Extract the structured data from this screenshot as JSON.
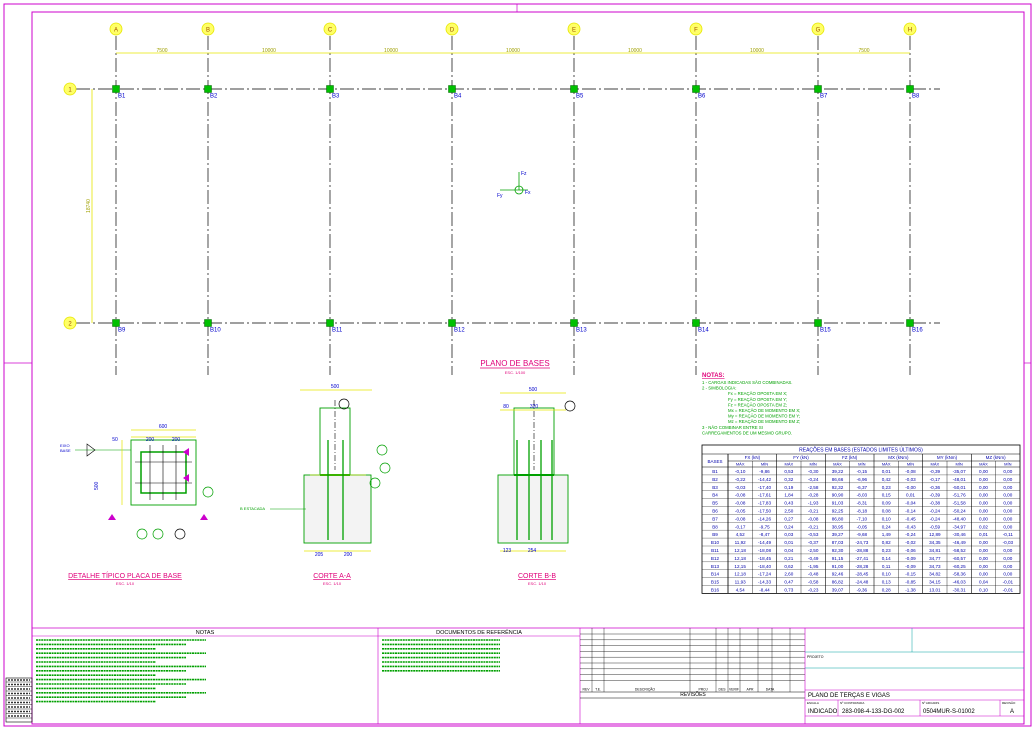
{
  "colors": {
    "background": "#ffffff",
    "grid_line": "#000000",
    "dimension": "#e6e600",
    "column": "#00c000",
    "node_label": "#0000cc",
    "title": "#e0007a",
    "notes": "#00a000",
    "frame": "#cc00cc"
  },
  "grid": {
    "columns": [
      "A",
      "B",
      "C",
      "D",
      "E",
      "F",
      "G",
      "H"
    ],
    "rows": [
      "1",
      "2"
    ],
    "spacings": [
      "7500",
      "10000",
      "10000",
      "10000",
      "10000",
      "10000",
      "7500"
    ],
    "row_spacing": "18740",
    "bases_row1": [
      "B1",
      "B2",
      "B3",
      "B4",
      "B5",
      "B6",
      "B7",
      "B8"
    ],
    "bases_row2": [
      "B9",
      "B10",
      "B11",
      "B12",
      "B13",
      "B14",
      "B15",
      "B16"
    ]
  },
  "axis_symbol": {
    "z": "Fz",
    "y": "Fy",
    "x": "Fx"
  },
  "plan_title": "PLANO DE BASES",
  "plan_scale": "ESC. 1/100",
  "notes_block": {
    "title": "NOTAS:",
    "lines": [
      "1 - CARGAS INDICADAS SÃO COMBINADAS.",
      "2 - SIMBOLOGIA:",
      "Fx = REAÇÃO OPOSTA EM X;",
      "Fy = REAÇÃO OPOSTA EM Y;",
      "Fz = REAÇÃO OPOSTA EM Z;",
      "Mx = REAÇÃO DE MOMENTO EM X;",
      "My = REAÇÃO DE MOMENTO EM Y;",
      "Mz = REAÇÃO DE MOMENTO EM Z;",
      "3 - NÃO COMBINAR ENTRE SI",
      "CARREGAMENTOS DE UM MESMO GRUPO."
    ]
  },
  "reactions": {
    "title": "REAÇÕES EM BASES (ESTADOS LIMITES ÚLTIMOS)",
    "bases_header": "BASES",
    "groups": [
      "FX (kN)",
      "FY (kN)",
      "FZ (kN)",
      "MX (kNm)",
      "MY (kNm)",
      "MZ (kNm)"
    ],
    "subheaders": [
      "MÁX",
      "MÍN",
      "MÁX",
      "MÍN",
      "MÁX",
      "MÍN",
      "MÁX",
      "MÍN",
      "MÁX",
      "MÍN",
      "MÁX",
      "MÍN"
    ],
    "rows": [
      [
        "B1",
        "-0,10",
        "-9,86",
        "0,53",
        "-0,30",
        "39,22",
        "-0,15",
        "0,01",
        "-0,08",
        "-0,39",
        "-35,07",
        "0,00",
        "0,00"
      ],
      [
        "B2",
        "-0,22",
        "-14,42",
        "0,32",
        "-0,24",
        "86,66",
        "-6,96",
        "0,42",
        "-0,03",
        "-0,17",
        "-48,01",
        "0,00",
        "0,00"
      ],
      [
        "B3",
        "-0,03",
        "-17,40",
        "0,19",
        "-2,58",
        "92,32",
        "-6,37",
        "0,23",
        "-0,00",
        "-0,36",
        "-50,01",
        "0,00",
        "0,00"
      ],
      [
        "B4",
        "-0,08",
        "-17,61",
        "1,84",
        "-0,28",
        "90,90",
        "-8,03",
        "0,15",
        "0,01",
        "-0,39",
        "-51,76",
        "0,00",
        "0,00"
      ],
      [
        "B5",
        "-0,08",
        "-17,83",
        "0,43",
        "-1,93",
        "91,03",
        "-8,31",
        "0,09",
        "-0,04",
        "-0,38",
        "-51,58",
        "0,00",
        "0,00"
      ],
      [
        "B6",
        "-0,05",
        "-17,50",
        "2,50",
        "-0,21",
        "92,25",
        "-8,18",
        "0,08",
        "-0,14",
        "-0,24",
        "-50,24",
        "0,00",
        "0,00"
      ],
      [
        "B7",
        "-0,08",
        "-14,26",
        "0,27",
        "-0,08",
        "86,80",
        "-7,10",
        "0,10",
        "-0,45",
        "-0,24",
        "-48,40",
        "0,00",
        "0,00"
      ],
      [
        "B8",
        "-0,17",
        "-9,75",
        "0,24",
        "-0,21",
        "38,95",
        "-0,05",
        "0,24",
        "-0,43",
        "-0,59",
        "-34,97",
        "0,02",
        "0,00"
      ],
      [
        "B9",
        "4,52",
        "-8,47",
        "0,03",
        "-0,53",
        "39,27",
        "-9,68",
        "1,49",
        "-0,24",
        "12,89",
        "-30,46",
        "0,01",
        "-0,11"
      ],
      [
        "B10",
        "11,92",
        "-14,49",
        "0,01",
        "-0,37",
        "87,03",
        "-24,73",
        "0,82",
        "-0,02",
        "34,35",
        "-46,49",
        "0,00",
        "-0,03"
      ],
      [
        "B11",
        "12,18",
        "-18,08",
        "0,04",
        "-2,50",
        "92,30",
        "-28,88",
        "0,23",
        "-0,06",
        "34,81",
        "-58,52",
        "0,00",
        "0,00"
      ],
      [
        "B12",
        "12,18",
        "-18,45",
        "0,21",
        "-0,49",
        "91,15",
        "-27,41",
        "0,14",
        "-0,09",
        "34,77",
        "-60,57",
        "0,00",
        "0,00"
      ],
      [
        "B13",
        "12,15",
        "-18,40",
        "0,62",
        "-1,95",
        "91,00",
        "-28,28",
        "0,11",
        "-0,09",
        "34,73",
        "-60,25",
        "0,00",
        "0,00"
      ],
      [
        "B14",
        "12,18",
        "-17,24",
        "2,60",
        "-0,48",
        "92,46",
        "-28,45",
        "0,10",
        "-0,15",
        "34,82",
        "-58,36",
        "0,00",
        "0,00"
      ],
      [
        "B15",
        "11,93",
        "-14,33",
        "0,47",
        "-0,58",
        "86,82",
        "-24,48",
        "0,13",
        "-0,85",
        "34,15",
        "-46,03",
        "0,04",
        "-0,01"
      ],
      [
        "B16",
        "4,54",
        "-8,44",
        "0,73",
        "-0,23",
        "39,07",
        "-9,36",
        "0,28",
        "-1,38",
        "13,01",
        "-30,31",
        "0,10",
        "-0,01"
      ]
    ]
  },
  "details": {
    "base_plate": {
      "title": "DETALHE TÍPICO PLACA DE BASE",
      "scale": "ESC. 1/10",
      "dims": [
        "600",
        "50",
        "200",
        "200",
        "500"
      ]
    },
    "section_a": {
      "title": "CORTE A-A",
      "scale": "ESC. 1/10",
      "dims": [
        "500",
        "205",
        "200"
      ],
      "label": "B ESTACADA"
    },
    "section_b": {
      "title": "CORTE B-B",
      "scale": "ESC. 1/10",
      "dims": [
        "500",
        "80",
        "320",
        "123",
        "254"
      ]
    }
  },
  "bottom": {
    "notes_title": "NOTAS",
    "refs_title": "DOCUMENTOS DE REFERÊNCIA",
    "revisions_title": "REVISÕES",
    "revision_cols": [
      "REV",
      "T.E.",
      "DESCRIÇÃO",
      "PROJ",
      "DES",
      "VERIF",
      "APR",
      "DATA"
    ],
    "project_label": "PROJETO",
    "drawing_title": "PLANO DE TERÇAS E VIGAS",
    "scale_label": "ESCALA",
    "scale_value": "INDICADO",
    "contract_label": "Nº CONTRATADA",
    "contract_value": "283-098-4-133-DG-002",
    "doc_label": "Nº ARCADIS",
    "doc_value": "0504MUR-S-01002",
    "rev_label": "REVISÃO",
    "rev_value": "A"
  }
}
